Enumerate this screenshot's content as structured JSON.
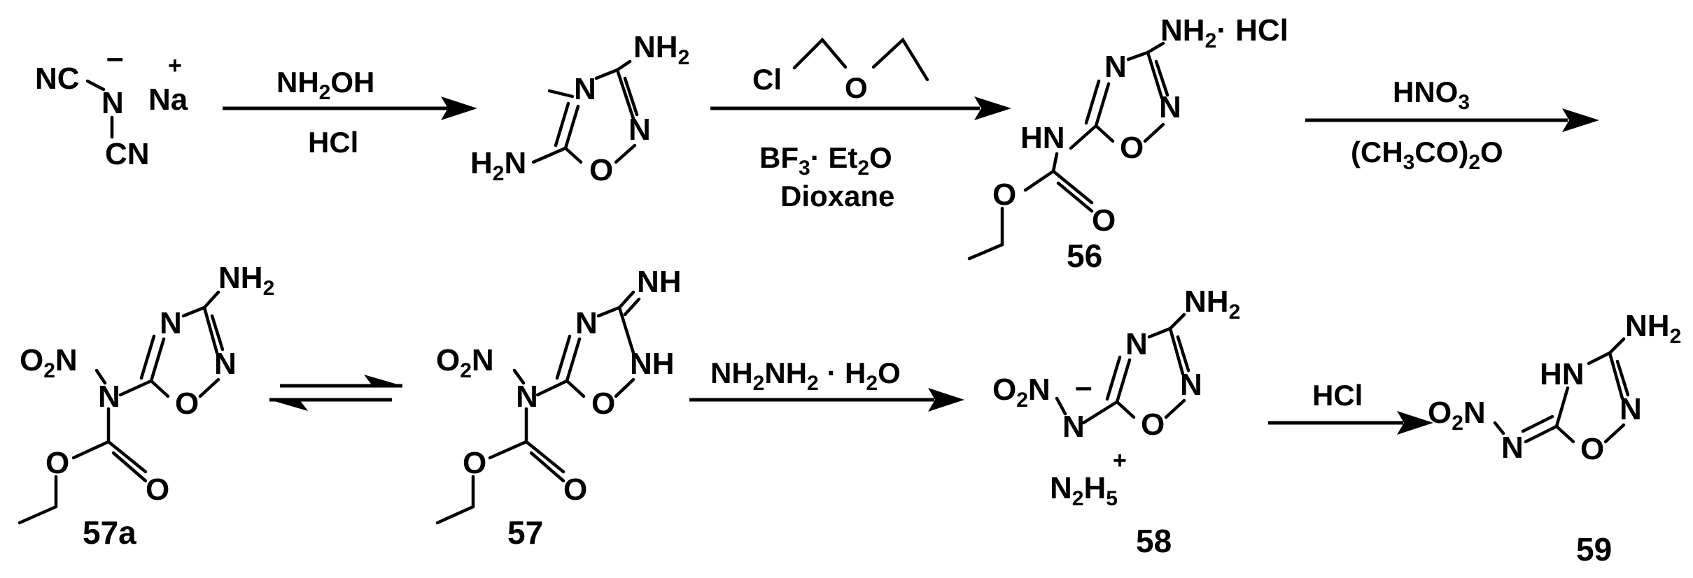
{
  "scheme": {
    "colors": {
      "ink": "#000000",
      "background": "#ffffff"
    },
    "compounds": {
      "dicyanamide": {
        "nc_top": "NC",
        "minus": "–",
        "n_center": "N",
        "cn_bottom": "CN",
        "na": "Na",
        "plus": "+"
      },
      "diamino_oxadiazole": {
        "n_ring": "N",
        "n_ring2": "N",
        "o_ring": "O",
        "nh2_top": "NH",
        "nh2_top_sub": "2",
        "h2n_left_h": "H",
        "h2n_left_sub": "2",
        "h2n_left_n": "N"
      },
      "c56": {
        "label": "56",
        "nh2": "NH",
        "nh2_sub": "2",
        "hcl": "· HCl",
        "n_ring": "N",
        "n_ring2": "N",
        "o_ring": "O",
        "hn": "HN",
        "o_ester": "O",
        "o_carbonyl": "O"
      },
      "c57a": {
        "label": "57a",
        "nh2": "NH",
        "nh2_sub": "2",
        "n_ring": "N",
        "n_ring2": "N",
        "o_ring": "O",
        "o2n_o": "O",
        "o2n_sub": "2",
        "o2n_n": "N",
        "n_amide": "N",
        "o_ester": "O",
        "o_carbonyl": "O"
      },
      "c57": {
        "label": "57",
        "nh": "NH",
        "n_ring": "N",
        "nh_ring": "NH",
        "o_ring": "O",
        "o2n_o": "O",
        "o2n_sub": "2",
        "o2n_n": "N",
        "n_amide": "N",
        "o_ester": "O",
        "o_carbonyl": "O"
      },
      "c58": {
        "label": "58",
        "nh2": "NH",
        "nh2_sub": "2",
        "n_ring": "N",
        "n_ring2": "N",
        "o_ring": "O",
        "o2n_o": "O",
        "o2n_sub": "2",
        "o2n_n": "N",
        "n_minus": "N",
        "minus": "–",
        "n2h5_n": "N",
        "n2h5_sub1": "2",
        "n2h5_h": "H",
        "n2h5_sub2": "5",
        "plus": "+"
      },
      "c59": {
        "label": "59",
        "nh2": "NH",
        "nh2_sub": "2",
        "hn_ring": "HN",
        "n_ring2": "N",
        "o_ring": "O",
        "o2n_o": "O",
        "o2n_sub": "2",
        "o2n_n": "N",
        "n_imine": "N"
      }
    },
    "arrows": {
      "a1": {
        "above_pre": "NH",
        "above_sub": "2",
        "above_post": "OH",
        "below": "HCl"
      },
      "a2": {
        "above_cl": "Cl",
        "above_o": "O",
        "below1_pre": "BF",
        "below1_sub": "3",
        "below1_post": "· Et",
        "below1_sub2": "2",
        "below1_end": "O",
        "below2": "Dioxane"
      },
      "a3": {
        "above_pre": "HNO",
        "above_sub": "3",
        "below_pre": "(CH",
        "below_sub": "3",
        "below_mid": "CO)",
        "below_sub2": "2",
        "below_end": "O"
      },
      "a4": {
        "above_pre": "NH",
        "above_sub": "2",
        "above_mid": "NH",
        "above_sub2": "2",
        "above_dot": " · H",
        "above_sub3": "2",
        "above_end": "O"
      },
      "a5": {
        "above": "HCl"
      }
    }
  }
}
